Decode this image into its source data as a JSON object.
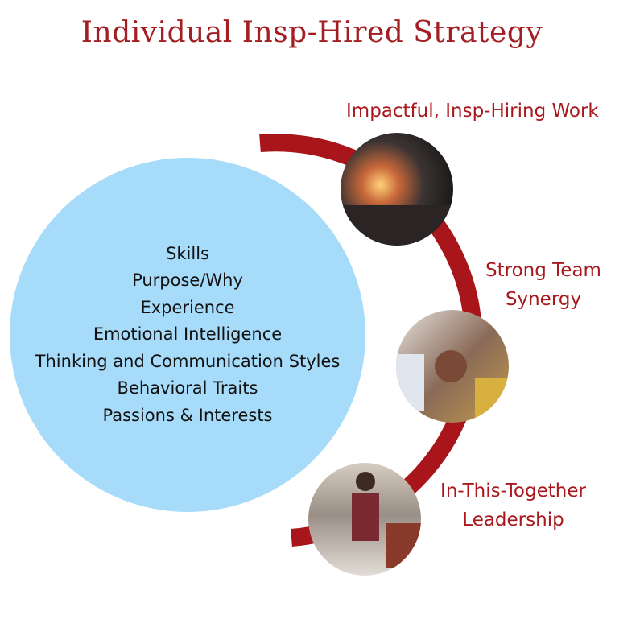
{
  "title": "Individual Insp-Hired Strategy",
  "core_items": [
    "Skills",
    "Purpose/Why",
    "Experience",
    "Emotional Intelligence",
    "Thinking and Communication Styles",
    "Behavioral Traits",
    "Passions & Interests"
  ],
  "outcomes": [
    {
      "label": "Impactful, Insp-Hiring Work",
      "image": "grinding-sparks-photo"
    },
    {
      "label_lines": [
        "Strong Team",
        "Synergy"
      ],
      "image": "team-hands-together-photo"
    },
    {
      "label_lines": [
        "In-This-Together",
        "Leadership"
      ],
      "image": "leader-presenting-photo"
    }
  ],
  "colors": {
    "accent": "#a8161b",
    "core": "#a6dbfa"
  }
}
